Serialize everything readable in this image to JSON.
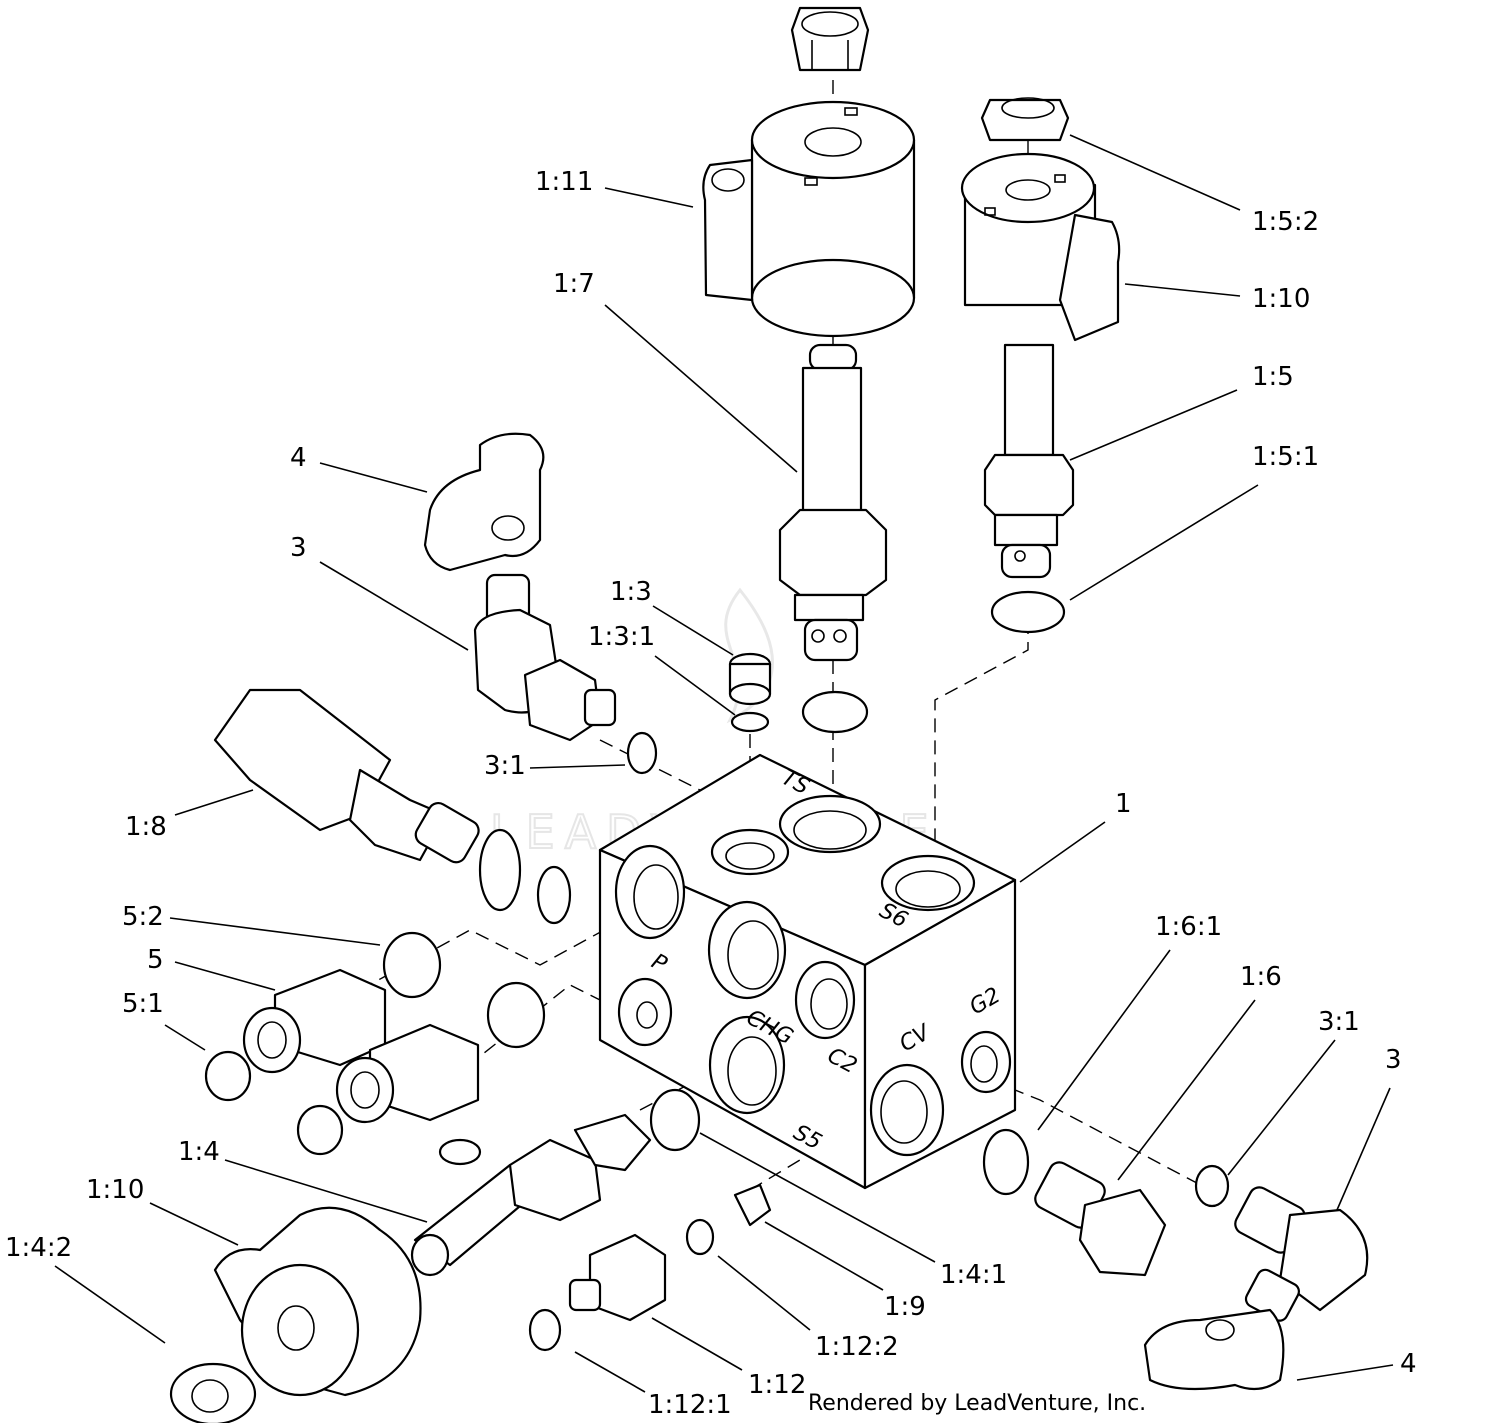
{
  "diagram": {
    "type": "exploded-parts-view",
    "callouts": {
      "c_1_11": "1:11",
      "c_1_5_2": "1:5:2",
      "c_1_10_top": "1:10",
      "c_1_7": "1:7",
      "c_1_5": "1:5",
      "c_1_5_1": "1:5:1",
      "c_4_top": "4",
      "c_3_top": "3",
      "c_1_3": "1:3",
      "c_1_3_1": "1:3:1",
      "c_3_1_top": "3:1",
      "c_1_8": "1:8",
      "c_1": "1",
      "c_5_2": "5:2",
      "c_5": "5",
      "c_5_1": "5:1",
      "c_1_6_1": "1:6:1",
      "c_1_6": "1:6",
      "c_3_1_right": "3:1",
      "c_3_right": "3",
      "c_1_4": "1:4",
      "c_1_10_bottom": "1:10",
      "c_1_4_2": "1:4:2",
      "c_1_9": "1:9",
      "c_1_4_1": "1:4:1",
      "c_1_12_2": "1:12:2",
      "c_1_12": "1:12",
      "c_1_12_1": "1:12:1",
      "c_4_bottom": "4"
    },
    "port_labels": {
      "ts": "TS",
      "s6": "S6",
      "p": "P",
      "chg": "CHG",
      "c2": "C2",
      "cv": "CV",
      "g2": "G2",
      "s5": "S5"
    },
    "watermark": "LEADVENTURE",
    "credit": "Rendered by LeadVenture, Inc."
  }
}
